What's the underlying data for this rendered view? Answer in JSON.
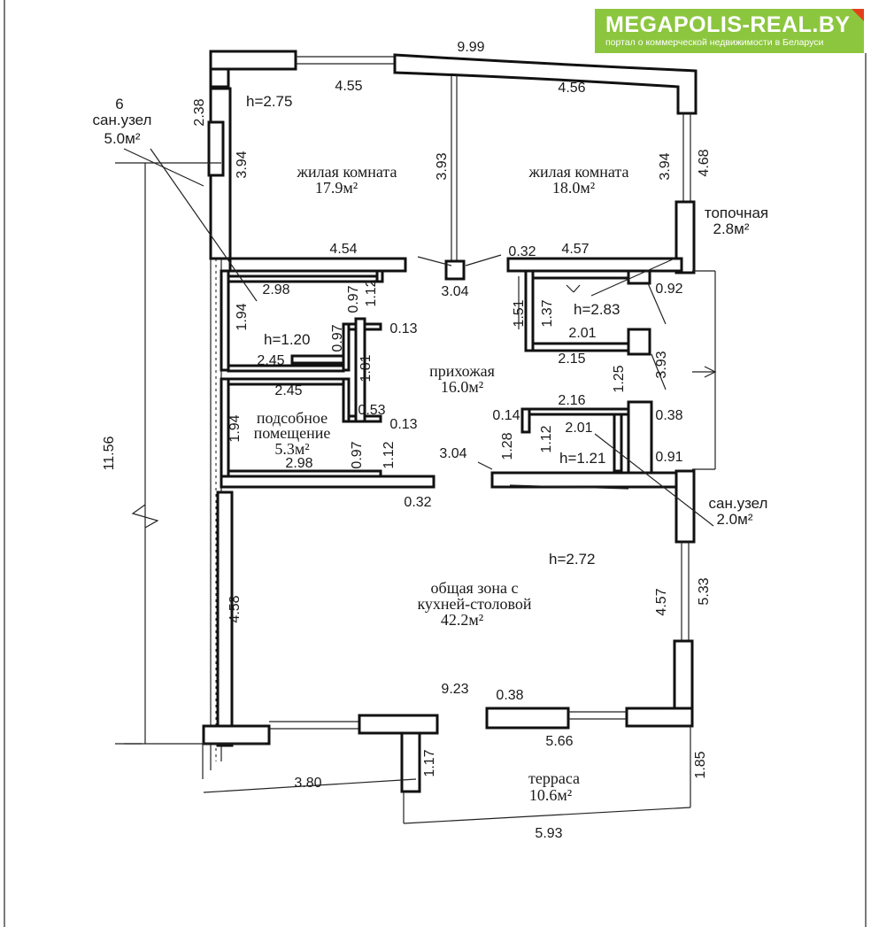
{
  "logo": {
    "title": "MEGAPOLIS-REAL.BY",
    "subtitle": "портал о коммерческой недвижимости в Беларуси",
    "bg_color": "#8cc63f",
    "accent_color": "#e2401c"
  },
  "rooms": {
    "living1": {
      "name": "жилая комната",
      "area": "17.9м²"
    },
    "living2": {
      "name": "жилая комната",
      "area": "18.0м²"
    },
    "bath1": {
      "num": "6",
      "name": "сан.узел",
      "area": "5.0м²"
    },
    "boiler": {
      "name": "топочная",
      "area": "2.8м²"
    },
    "hall": {
      "name": "прихожая",
      "area": "16.0м²"
    },
    "storage": {
      "name1": "подсобное",
      "name2": "помещение",
      "area": "5.3м²"
    },
    "bath2": {
      "name": "сан.узел",
      "area": "2.0м²"
    },
    "common": {
      "name1": "общая зона с",
      "name2": "кухней-столовой",
      "area": "42.2м²"
    },
    "terrace": {
      "name": "терраса",
      "area": "10.6м²"
    }
  },
  "heights": {
    "living1": "h=2.75",
    "boiler": "h=2.83",
    "bath1": "h=1.20",
    "bath2": "h=1.21",
    "common": "h=2.72"
  },
  "dims": {
    "d999": "9.99",
    "d455": "4.55",
    "d456": "4.56",
    "d238": "2.38",
    "d394a": "3.94",
    "d393": "3.93",
    "d394b": "3.94",
    "d468": "4.68",
    "d454": "4.54",
    "d032a": "0.32",
    "d457": "4.57",
    "d298a": "2.98",
    "d097a": "0.97",
    "d112a": "1.12",
    "d304a": "3.04",
    "d151": "1.51",
    "d137": "1.37",
    "d092": "0.92",
    "d194a": "1.94",
    "d097b": "0.97",
    "d013a": "0.13",
    "d245a": "2.45",
    "d181": "1.81",
    "d201a": "2.01",
    "d215": "2.15",
    "d125": "1.25",
    "d393b": "3.93",
    "d245b": "2.45",
    "d216": "2.16",
    "d038a": "0.38",
    "d014": "0.14",
    "d053": "0.53",
    "d013b": "0.13",
    "d201b": "2.01",
    "d194b": "1.94",
    "d128": "1.28",
    "d112b": "1.12",
    "d097c": "0.97",
    "d112c": "1.12",
    "d298b": "2.98",
    "d304b": "3.04",
    "d091": "0.91",
    "d032b": "0.32",
    "d1156": "11.56",
    "d458": "4.58",
    "d457b": "4.57",
    "d533": "5.33",
    "d923": "9.23",
    "d038b": "0.38",
    "d566": "5.66",
    "d117": "1.17",
    "d185": "1.85",
    "d380": "3.80",
    "d593": "5.93"
  }
}
